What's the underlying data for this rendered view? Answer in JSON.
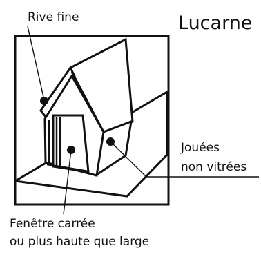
{
  "title": "Lucarne",
  "labels": {
    "rive_fine": "Rive fine",
    "jouees_line1": "Jouées",
    "jouees_line2": "non vitrées",
    "fenetre_line1": "Fenêtre carrée",
    "fenetre_line2": "ou plus haute que large"
  },
  "colors": {
    "ink": "#111111",
    "background": "#ffffff"
  }
}
